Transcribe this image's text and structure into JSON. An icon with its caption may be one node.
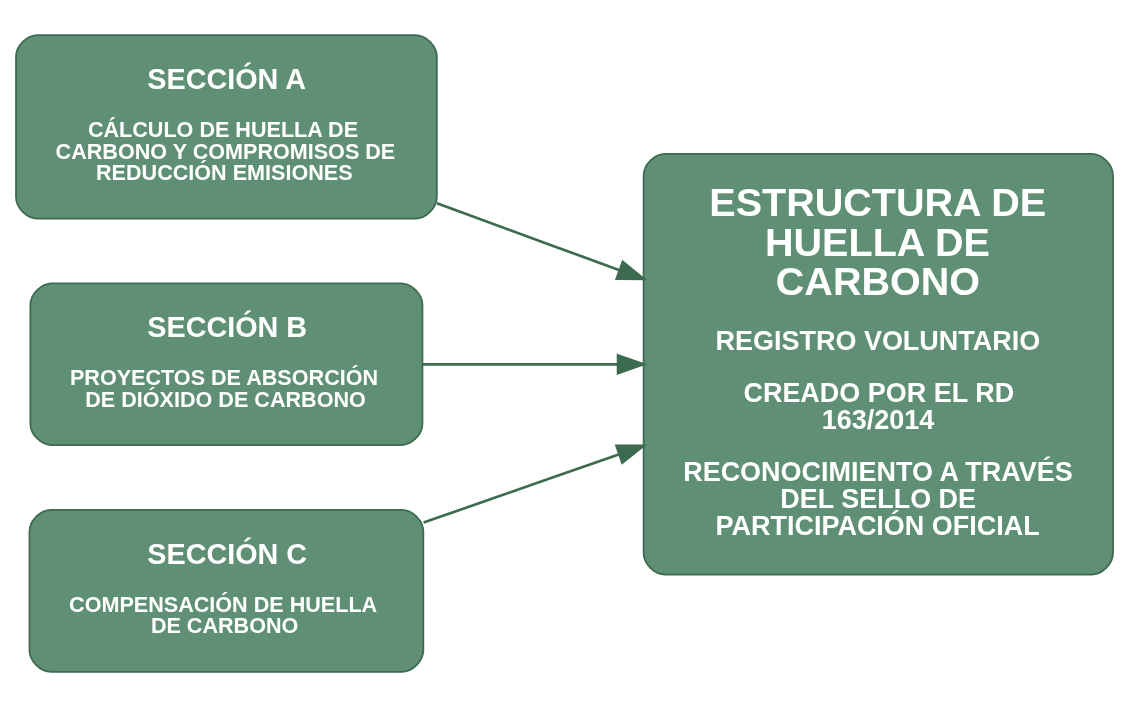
{
  "diagram": {
    "nodes": [
      {
        "text": [
          "SECCIÓN A",
          "CÁLCULO DE HUELLA DE CARBONO Y COMPROMISOS DE REDUCCIÓN EMISIONES"
        ]
      },
      {
        "text": [
          "SECCIÓN B",
          "PROYECTOS DE ABSORCIÓN DE DIÓXIDO DE CARBONO"
        ]
      },
      {
        "text": [
          "SECCIÓN C",
          "COMPENSACIÓN DE HUELLA DE CARBONO"
        ]
      },
      {
        "text": [
          "ESTRUCTURA DE HUELLA DE CARBONO",
          "REGISTRO VOLUNTARIO",
          "CREADO POR EL RD 163/2014",
          "RECONOCIMIENTO A TRAVÉS DEL SELLO DE PARTICIPACIÓN OFICIAL"
        ]
      }
    ],
    "edges": [
      {
        "from": 0,
        "to": 3,
        "arrow": "to"
      },
      {
        "from": 1,
        "to": 3,
        "arrow": "to"
      },
      {
        "from": 2,
        "to": 3,
        "arrow": "to"
      }
    ]
  }
}
